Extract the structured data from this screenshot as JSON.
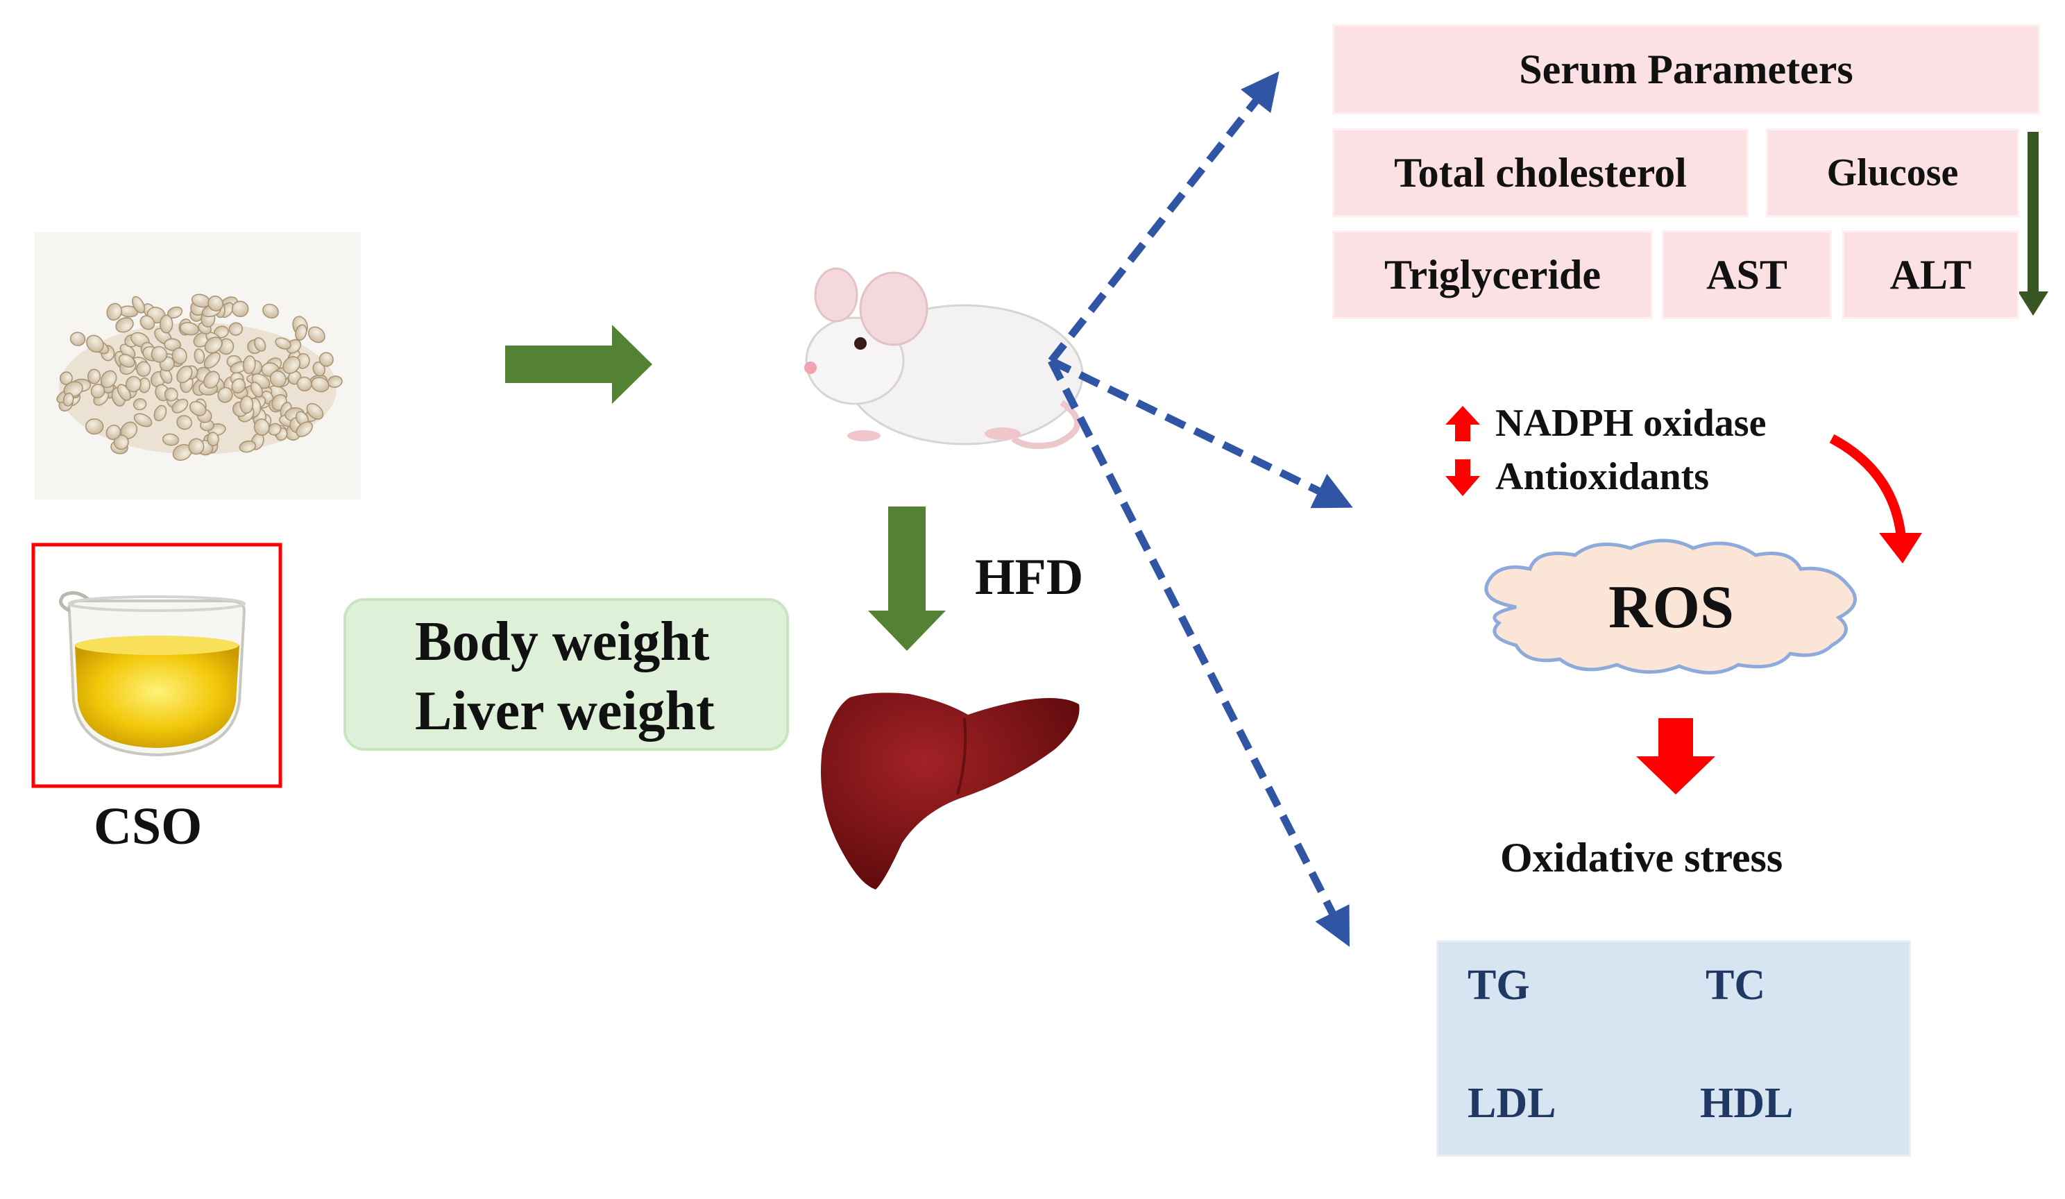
{
  "left": {
    "oil_label": "CSO"
  },
  "weights": {
    "line1": "Body weight",
    "line2": "Liver weight"
  },
  "treatment_label": "HFD",
  "serum": {
    "title": "Serum Parameters",
    "items": [
      "Total cholesterol",
      "Glucose",
      "Triglyceride",
      "AST",
      "ALT"
    ]
  },
  "ros_pathway": {
    "up_item": "NADPH oxidase",
    "down_item": "Antioxidants",
    "cloud_label": "ROS",
    "result": "Oxidative stress"
  },
  "lipids": {
    "tg": "TG",
    "tc": "TC",
    "ldl": "LDL",
    "hdl": "HDL"
  },
  "colors": {
    "green_arrow": "#548235",
    "dark_green_arrow": "#375623",
    "red": "#ff0000",
    "blue_dashed": "#2f55a4",
    "pink_box": "#fbe1e4",
    "green_panel": "#dff0d9",
    "blue_panel": "#d7e4f1",
    "cloud": "#fbe5d6",
    "liver": "#7b1113"
  }
}
